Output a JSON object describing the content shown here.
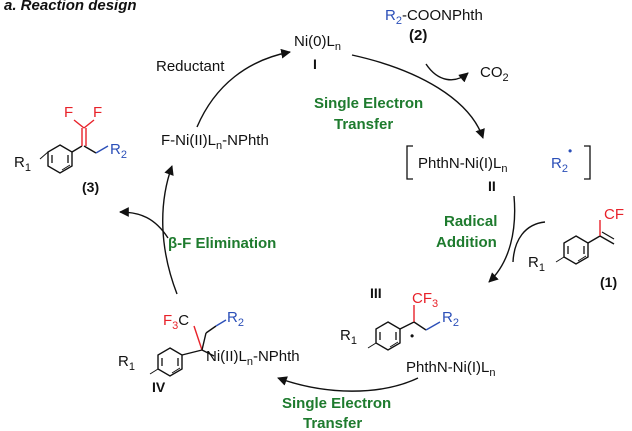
{
  "heading": "a. Reaction design",
  "colors": {
    "black": "#111111",
    "red": "#e8222a",
    "blue": "#2b4fb8",
    "green": "#1e7b2e"
  },
  "top_species": {
    "formula": "Ni(0)L",
    "sub": "n",
    "number": "I"
  },
  "reagent": {
    "r": "R",
    "r_sub": "2",
    "rest": "-COONPhth",
    "label": "(2)"
  },
  "co2": {
    "text": "CO",
    "sub": "2"
  },
  "reductant": "Reductant",
  "step1": {
    "line1": "Single Electron",
    "line2": "Transfer"
  },
  "nickel_fluoride": {
    "pre": "F-Ni(II)L",
    "sub": "n",
    "post": "-NPhth"
  },
  "complex_ii": {
    "bracket_left": "[",
    "pre": "PhthN-Ni(I)L",
    "sub": "n",
    "radical_r": "R",
    "radical_sub": "2",
    "radical_dot": "•",
    "bracket_right": "]",
    "number": "II"
  },
  "step2": {
    "line1": "Radical",
    "line2": "Addition"
  },
  "step3": {
    "text": "β-F Elimination"
  },
  "step4": {
    "line1": "Single Electron",
    "line2": "Transfer"
  },
  "product3": {
    "f1": "F",
    "f2": "F",
    "r1": "R",
    "r1_sub": "1",
    "r2": "R",
    "r2_sub": "2",
    "label": "(3)"
  },
  "substrate1": {
    "cf": "CF",
    "r1": "R",
    "r1_sub": "1",
    "label": "(1)"
  },
  "intermediate_iii": {
    "number": "III",
    "cf3": "CF",
    "cf3_sub": "3",
    "r2": "R",
    "r2_sub": "2",
    "r1": "R",
    "r1_sub": "1",
    "dot": "•",
    "ni": "PhthN-Ni(I)L",
    "ni_sub": "n"
  },
  "intermediate_iv": {
    "f3c": "F",
    "f3c_sub": "3",
    "f3c_c": "C",
    "r2": "R",
    "r2_sub": "2",
    "r1": "R",
    "r1_sub": "1",
    "ni_pre": "Ni(II)L",
    "ni_sub": "n",
    "ni_post": "-NPhth",
    "number": "IV"
  }
}
